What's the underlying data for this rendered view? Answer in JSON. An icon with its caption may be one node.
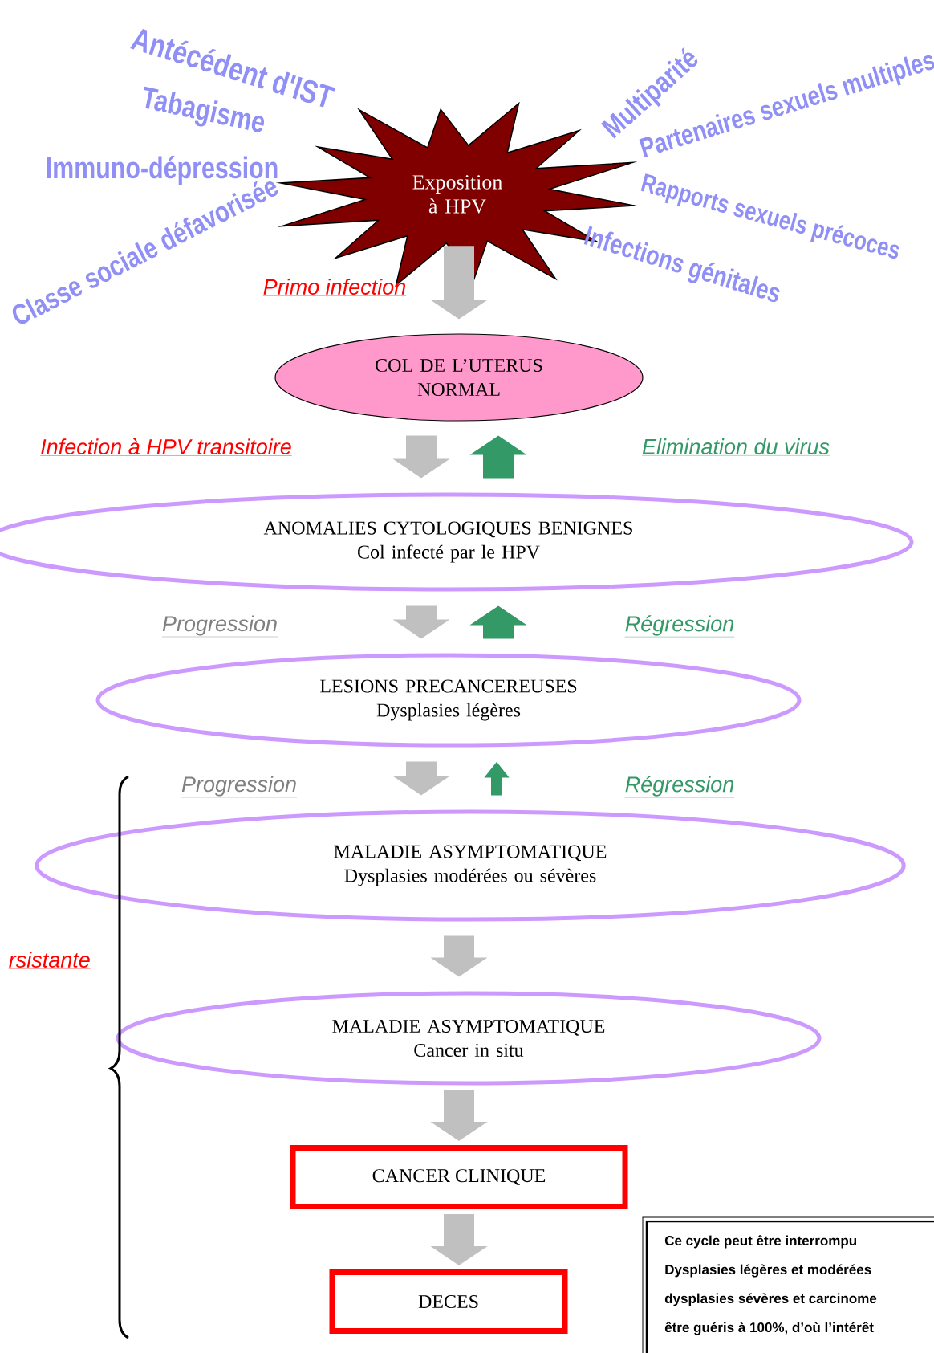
{
  "diagram": {
    "nodes": [
      {
        "text": [
          "Exposition à HPV"
        ]
      },
      {
        "text": [
          "COL DE L’UTERUS NORMAL"
        ]
      },
      {
        "text": [
          "ANOMALIES CYTOLOGIQUES BENIGNES",
          "Col infecté par le HPV"
        ]
      },
      {
        "text": [
          "LESIONS PRECANCEREUSES",
          "Dysplasies légères"
        ]
      },
      {
        "text": [
          "MALADIE ASYMPTOMATIQUE",
          "Dysplasies modérées ou sévères"
        ]
      },
      {
        "text": [
          "MALADIE ASYMPTOMATIQUE",
          "Cancer in situ"
        ]
      },
      {
        "text": [
          "CANCER CLINIQUE"
        ]
      },
      {
        "text": [
          "DECES"
        ]
      },
      {
        "text": [
          "Ce cycle peut être interrompu",
          "Dysplasies légères et modérées",
          "dysplasies sévères et carcinome",
          "être guéris à 100%, d’où l’intérêt"
        ]
      }
    ],
    "edges": [
      {
        "from": 0,
        "to": 1,
        "arrow": "to",
        "label": "Primo infection"
      },
      {
        "from": 1,
        "to": 2,
        "arrow": "to"
      },
      {
        "from": 2,
        "to": 1,
        "arrow": "to",
        "color": "#339966"
      },
      {
        "from": 2,
        "to": 3,
        "arrow": "to"
      },
      {
        "from": 3,
        "to": 2,
        "arrow": "to",
        "color": "#339966"
      },
      {
        "from": 3,
        "to": 4,
        "arrow": "to"
      },
      {
        "from": 4,
        "to": 3,
        "arrow": "to",
        "color": "#339966"
      },
      {
        "from": 4,
        "to": 5,
        "arrow": "to"
      },
      {
        "from": 5,
        "to": 6,
        "arrow": "to"
      },
      {
        "from": 6,
        "to": 7,
        "arrow": "to"
      }
    ],
    "labels": [
      "Antécédent d'IST",
      "Tabagisme",
      "Immuno-dépression",
      "Classe sociale défavorisée",
      "Multiparité",
      "Partenaires sexuels multiples",
      "Rapports sexuels précoces",
      "Infections génitales",
      "Infection à HPV transitoire",
      "Elimination du virus",
      "Progression",
      "Régression",
      "Progression",
      "Régression",
      "rsistante"
    ]
  }
}
